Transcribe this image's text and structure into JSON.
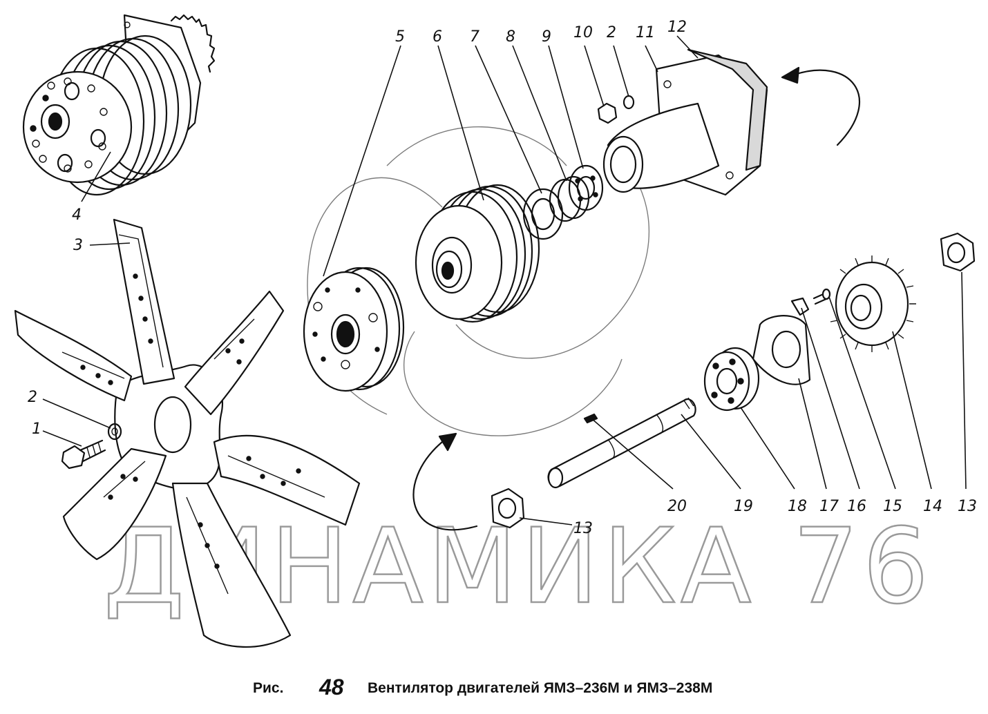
{
  "caption": {
    "prefix": "Рис.",
    "number": "48",
    "title": "Вентилятор двигателей ЯМЗ–236М и ЯМЗ–238М"
  },
  "watermark": {
    "text": "ДИНАМИКА 76"
  },
  "labels": {
    "l1": "1",
    "l2a": "2",
    "l2b": "2",
    "l3": "3",
    "l4": "4",
    "l5": "5",
    "l6": "6",
    "l7": "7",
    "l8": "8",
    "l9": "9",
    "l10": "10",
    "l11": "11",
    "l12": "12",
    "l13a": "13",
    "l13b": "13",
    "l14": "14",
    "l15": "15",
    "l16": "16",
    "l17": "17",
    "l18": "18",
    "l19": "19",
    "l20": "20"
  }
}
